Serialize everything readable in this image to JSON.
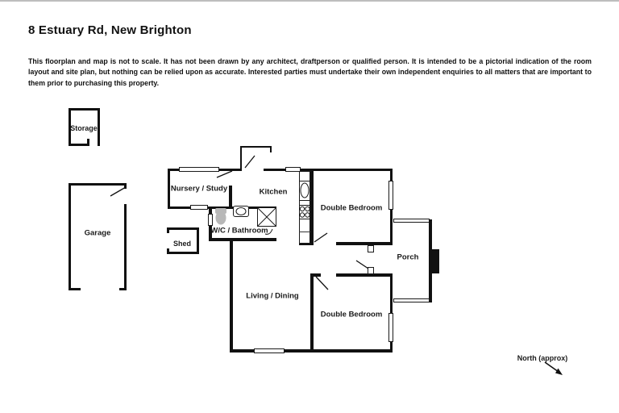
{
  "header": {
    "title": "8 Estuary Rd, New Brighton",
    "disclaimer": "This floorplan and map is not to scale. It has not been drawn by any architect, draftperson or qualified person. It is intended to be a pictorial indication of the room layout and site plan, but nothing can be relied upon as accurate. Interested parties must undertake their own independent enquiries to all matters that are important to them prior to purchasing this property."
  },
  "floorplan": {
    "rooms": {
      "storage": "Storage",
      "garage": "Garage",
      "shed": "Shed",
      "nursery_study": "Nursery / Study",
      "kitchen": "Kitchen",
      "wc_bathroom": "W/C / Bathroom",
      "double_bedroom_1": "Double Bedroom",
      "double_bedroom_2": "Double Bedroom",
      "living_dining": "Living / Dining",
      "porch": "Porch"
    },
    "compass": {
      "label": "North (approx)"
    },
    "colors": {
      "wall": "#111111",
      "fixture_outline": "#1a1a1a",
      "toilet_fill": "#b8b8b8",
      "background": "#ffffff"
    }
  }
}
